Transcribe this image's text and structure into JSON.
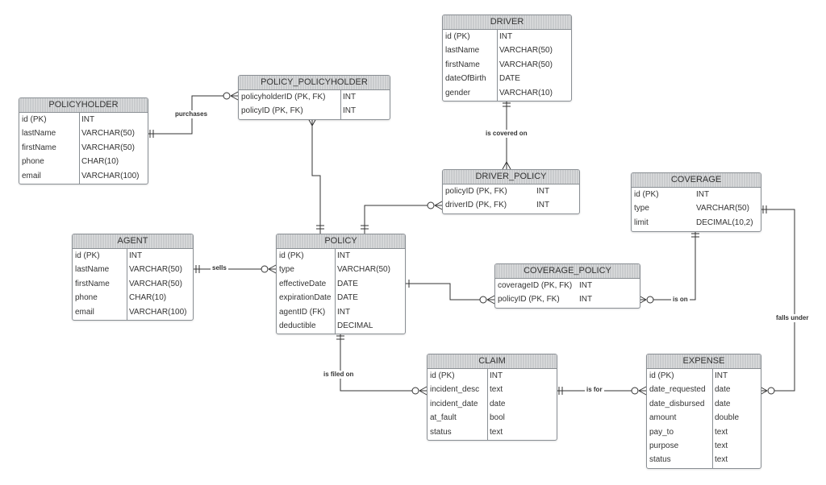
{
  "entities": {
    "driver": {
      "title": "DRIVER",
      "rows": [
        {
          "field": "id (PK)",
          "type": "INT"
        },
        {
          "field": "lastName",
          "type": "VARCHAR(50)"
        },
        {
          "field": "firstName",
          "type": "VARCHAR(50)"
        },
        {
          "field": "dateOfBirth",
          "type": "DATE"
        },
        {
          "field": "gender",
          "type": "VARCHAR(10)"
        }
      ]
    },
    "policy_policyholder": {
      "title": "POLICY_POLICYHOLDER",
      "rows": [
        {
          "field": "policyholderID (PK, FK)",
          "type": "INT"
        },
        {
          "field": "policyID (PK, FK)",
          "type": "INT"
        }
      ]
    },
    "policyholder": {
      "title": "POLICYHOLDER",
      "rows": [
        {
          "field": "id (PK)",
          "type": "INT"
        },
        {
          "field": "lastName",
          "type": "VARCHAR(50)"
        },
        {
          "field": "firstName",
          "type": "VARCHAR(50)"
        },
        {
          "field": "phone",
          "type": "CHAR(10)"
        },
        {
          "field": "email",
          "type": "VARCHAR(100)"
        }
      ]
    },
    "driver_policy": {
      "title": "DRIVER_POLICY",
      "rows": [
        {
          "field": "policyID (PK, FK)",
          "type": "INT"
        },
        {
          "field": "driverID (PK, FK)",
          "type": "INT"
        }
      ]
    },
    "coverage": {
      "title": "COVERAGE",
      "rows": [
        {
          "field": "id (PK)",
          "type": "INT"
        },
        {
          "field": "type",
          "type": "VARCHAR(50)"
        },
        {
          "field": "limit",
          "type": "DECIMAL(10,2)"
        }
      ]
    },
    "agent": {
      "title": "AGENT",
      "rows": [
        {
          "field": "id (PK)",
          "type": "INT"
        },
        {
          "field": "lastName",
          "type": "VARCHAR(50)"
        },
        {
          "field": "firstName",
          "type": "VARCHAR(50)"
        },
        {
          "field": "phone",
          "type": "CHAR(10)"
        },
        {
          "field": "email",
          "type": "VARCHAR(100)"
        }
      ]
    },
    "policy": {
      "title": "POLICY",
      "rows": [
        {
          "field": "id (PK)",
          "type": "INT"
        },
        {
          "field": "type",
          "type": "VARCHAR(50)"
        },
        {
          "field": "effectiveDate",
          "type": "DATE"
        },
        {
          "field": "expirationDate",
          "type": "DATE"
        },
        {
          "field": "agentID (FK)",
          "type": "INT"
        },
        {
          "field": "deductible",
          "type": "DECIMAL"
        }
      ]
    },
    "coverage_policy": {
      "title": "COVERAGE_POLICY",
      "rows": [
        {
          "field": "coverageID (PK, FK)",
          "type": "INT"
        },
        {
          "field": "policyID (PK, FK)",
          "type": "INT"
        }
      ]
    },
    "claim": {
      "title": "CLAIM",
      "rows": [
        {
          "field": "id (PK)",
          "type": "INT"
        },
        {
          "field": "incident_desc",
          "type": "text"
        },
        {
          "field": "incident_date",
          "type": "date"
        },
        {
          "field": "at_fault",
          "type": "bool"
        },
        {
          "field": "status",
          "type": "text"
        }
      ]
    },
    "expense": {
      "title": "EXPENSE",
      "rows": [
        {
          "field": "id (PK)",
          "type": "INT"
        },
        {
          "field": "date_requested",
          "type": "date"
        },
        {
          "field": "date_disbursed",
          "type": "date"
        },
        {
          "field": "amount",
          "type": "double"
        },
        {
          "field": "pay_to",
          "type": "text"
        },
        {
          "field": "purpose",
          "type": "text"
        },
        {
          "field": "status",
          "type": "text"
        }
      ]
    }
  },
  "relationships": {
    "purchases": "purchases",
    "is_covered_on": "is covered on",
    "sells": "sells",
    "is_on": "is on",
    "falls_under": "falls under",
    "is_filed_on": "is filed on",
    "is_for": "is for"
  },
  "colors": {
    "line": "#333333",
    "border": "#8a8f94",
    "header": "#c9cbcd"
  }
}
